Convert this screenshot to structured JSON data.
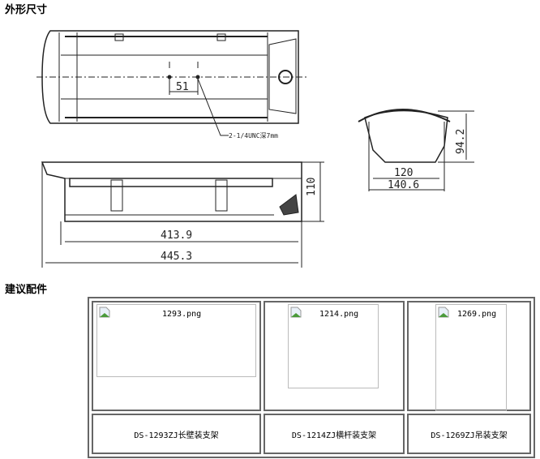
{
  "headings": {
    "dimensions": "外形尺寸",
    "accessories": "建议配件"
  },
  "drawing": {
    "hole_spacing": "51",
    "thread_note": "2-1/4UNC深7mm",
    "height": "110",
    "inner_length": "413.9",
    "total_length": "445.3",
    "side_height": "94.2",
    "inner_width": "120",
    "total_width": "140.6"
  },
  "accessories": [
    {
      "image_alt": "1293.png",
      "caption": "DS-1293ZJ长壁装支架"
    },
    {
      "image_alt": "1214.png",
      "caption": "DS-1214ZJ横杆装支架"
    },
    {
      "image_alt": "1269.png",
      "caption": "DS-1269ZJ吊装支架"
    }
  ]
}
